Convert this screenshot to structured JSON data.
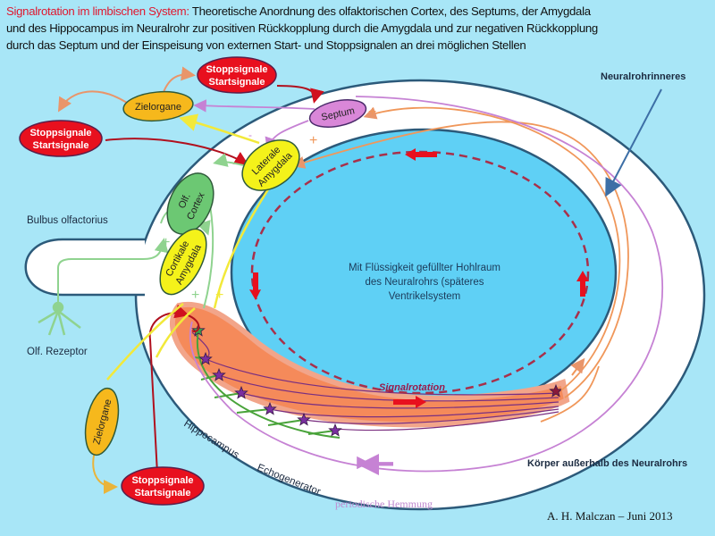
{
  "title": {
    "highlight": "Signalrotation im limbischen System:",
    "line1": " Theoretische Anordnung des olfaktorischen Cortex, des Septums, der Amygdala",
    "line2": "und des Hippocampus im Neuralrohr zur positiven Rückkopplung durch die Amygdala und zur negativen Rückkopplung",
    "line3": "durch das Septum und der Einspeisung von externen Start- und Stoppsignalen an drei möglichen Stellen"
  },
  "nodes": {
    "signals_top": {
      "line1": "Stoppsignale",
      "line2": "Startsignale"
    },
    "signals_left": {
      "line1": "Stoppsignale",
      "line2": "Startsignale"
    },
    "signals_bottom": {
      "line1": "Stoppsignale",
      "line2": "Startsignale"
    },
    "zielorgane_top": "Zielorgane",
    "zielorgane_bottom": "Zielorgane",
    "septum": "Septum",
    "lateral_amygdala": {
      "line1": "Laterale",
      "line2": "Amygdala"
    },
    "olf_cortex": {
      "line1": "Olf.",
      "line2": "Cortex"
    },
    "cortical_amygdala": {
      "line1": "Cortikale",
      "line2": "Amygdala"
    }
  },
  "labels": {
    "bulbus": "Bulbus olfactorius",
    "rezeptor": "Olf. Rezeptor",
    "neuralrohr_inner": "Neuralrohrinneres",
    "cavity_line1": "Mit Flüssigkeit gefüllter Hohlraum",
    "cavity_line2": "des Neuralrohrs (späteres",
    "cavity_line3": "Ventrikelsystem",
    "signalrotation": "Signalrotation",
    "hippocampus": "Hippocampus",
    "echogenerator": "Echogenerator",
    "body_outside": "Körper außerhalb des Neuralrohrs",
    "periodic_inhibition": "periodische Hemmung",
    "author": "A. H. Malczan – Juni 2013"
  },
  "signs": {
    "plus": "+",
    "minus": "-"
  },
  "colors": {
    "background": "#a8e6f7",
    "cavity": "#5fd0f5",
    "tube_wall": "#2c5a7a",
    "signal_red": "#e8101e",
    "zielorgane": "#f6b81c",
    "septum": "#d987d8",
    "amygdala_yellow": "#f4f21a",
    "olf_cortex_green": "#6cc873",
    "hippocampus_orange": "#f58a5a",
    "feedback_orange": "#f0975a",
    "inhibition_violet": "#c682d4",
    "star_purple": "#7a2fa0"
  }
}
